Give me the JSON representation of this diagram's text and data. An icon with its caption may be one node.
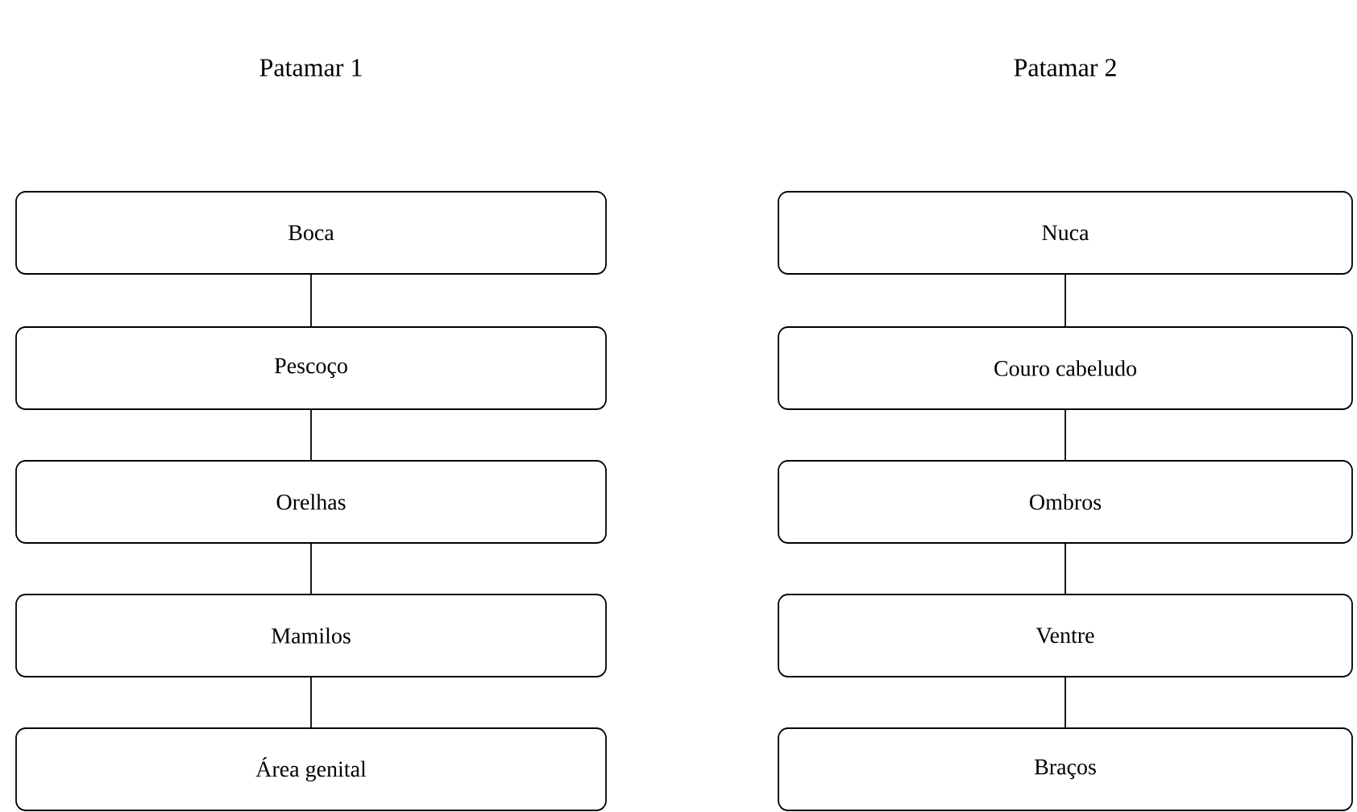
{
  "diagram": {
    "nodes": [
      {
        "text": [
          "Boca"
        ]
      },
      {
        "text": [
          "Pescoço"
        ]
      },
      {
        "text": [
          "Orelhas"
        ]
      },
      {
        "text": [
          "Mamilos"
        ]
      },
      {
        "text": [
          "Área genital"
        ]
      },
      {
        "text": [
          "Nuca"
        ]
      },
      {
        "text": [
          "Couro cabeludo"
        ]
      },
      {
        "text": [
          "Ombros"
        ]
      },
      {
        "text": [
          "Ventre"
        ]
      },
      {
        "text": [
          "Braços"
        ]
      }
    ],
    "edges": [
      {
        "from": 0,
        "to": 1,
        "arrow": "none"
      },
      {
        "from": 1,
        "to": 2,
        "arrow": "none"
      },
      {
        "from": 2,
        "to": 3,
        "arrow": "none"
      },
      {
        "from": 3,
        "to": 4,
        "arrow": "none"
      },
      {
        "from": 5,
        "to": 6,
        "arrow": "none"
      },
      {
        "from": 6,
        "to": 7,
        "arrow": "none"
      },
      {
        "from": 7,
        "to": 8,
        "arrow": "none"
      },
      {
        "from": 8,
        "to": 9,
        "arrow": "none"
      }
    ],
    "labels": [
      "Patamar 1",
      "Patamar 2"
    ]
  }
}
